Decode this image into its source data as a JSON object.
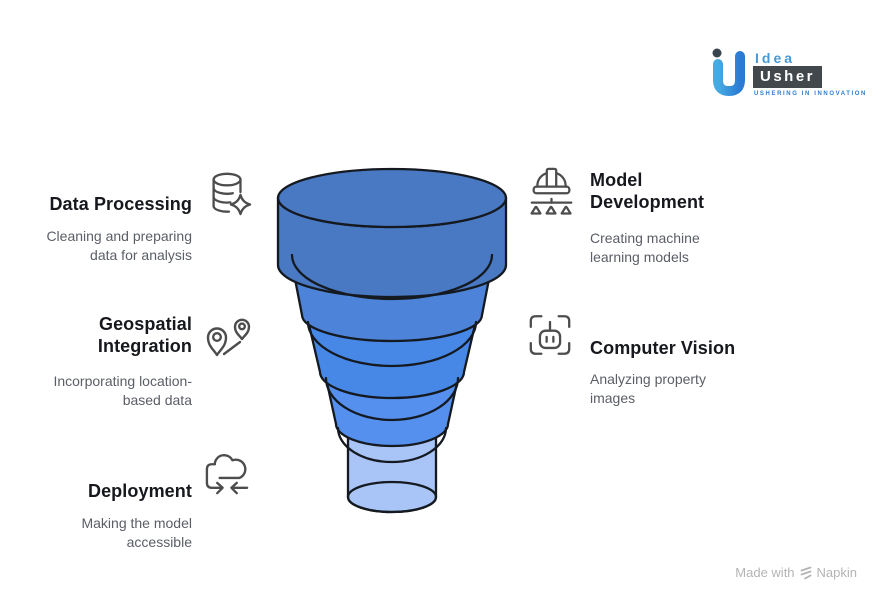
{
  "brand": {
    "name_top": "Idea",
    "name_bottom": "Usher",
    "tagline": "USHERING IN INNOVATION",
    "accent_light": "#47abe2",
    "accent_dark": "#2b7bd4",
    "badge_bg": "#43484d"
  },
  "diagram": {
    "type": "funnel",
    "tier_colors": [
      "#4a79c4",
      "#4d83d8",
      "#4788e7",
      "#5590ef",
      "#a9c5f8"
    ],
    "outline_color": "#151a21"
  },
  "items": [
    {
      "id": "data-processing",
      "side": "left",
      "title_lines": [
        "Data Processing"
      ],
      "desc_lines": [
        "Cleaning and preparing",
        "data for analysis"
      ],
      "icon": "database-sparkle-icon"
    },
    {
      "id": "model-development",
      "side": "right",
      "title_lines": [
        "Model",
        "Development"
      ],
      "desc_lines": [
        "Creating machine",
        "learning models"
      ],
      "icon": "helmet-hierarchy-icon"
    },
    {
      "id": "geospatial-integration",
      "side": "left",
      "title_lines": [
        "Geospatial",
        "Integration"
      ],
      "desc_lines": [
        "Incorporating location-",
        "based data"
      ],
      "icon": "map-pins-route-icon"
    },
    {
      "id": "computer-vision",
      "side": "right",
      "title_lines": [
        "Computer Vision"
      ],
      "desc_lines": [
        "Analyzing property",
        "images"
      ],
      "icon": "robot-scan-icon"
    },
    {
      "id": "deployment",
      "side": "left",
      "title_lines": [
        "Deployment"
      ],
      "desc_lines": [
        "Making the model",
        "accessible"
      ],
      "icon": "cloud-sync-icon"
    }
  ],
  "footer": {
    "prefix": "Made with",
    "brand": "Napkin"
  }
}
